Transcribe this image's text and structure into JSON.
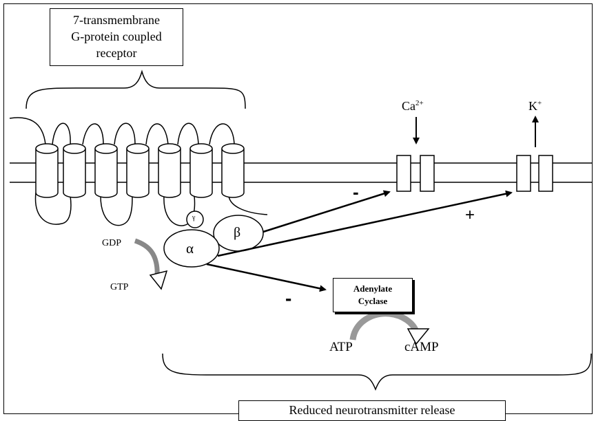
{
  "receptor_label": [
    "7-transmembrane",
    "G-protein coupled",
    "receptor"
  ],
  "ions": {
    "calcium": {
      "base": "Ca",
      "superscript": "2+"
    },
    "potassium": {
      "base": "K",
      "superscript": "+"
    }
  },
  "g_protein": {
    "alpha": "α",
    "beta": "β",
    "gamma": "γ"
  },
  "nucleotides": {
    "gdp": "GDP",
    "gtp": "GTP"
  },
  "signs": {
    "calcium_effect": "-",
    "potassium_effect": "+",
    "adenylate_effect": "-"
  },
  "enzyme": {
    "line1": "Adenylate",
    "line2": "Cyclase"
  },
  "reaction": {
    "substrate": "ATP",
    "product": "cAMP"
  },
  "outcome": "Reduced neurotransmitter release"
}
